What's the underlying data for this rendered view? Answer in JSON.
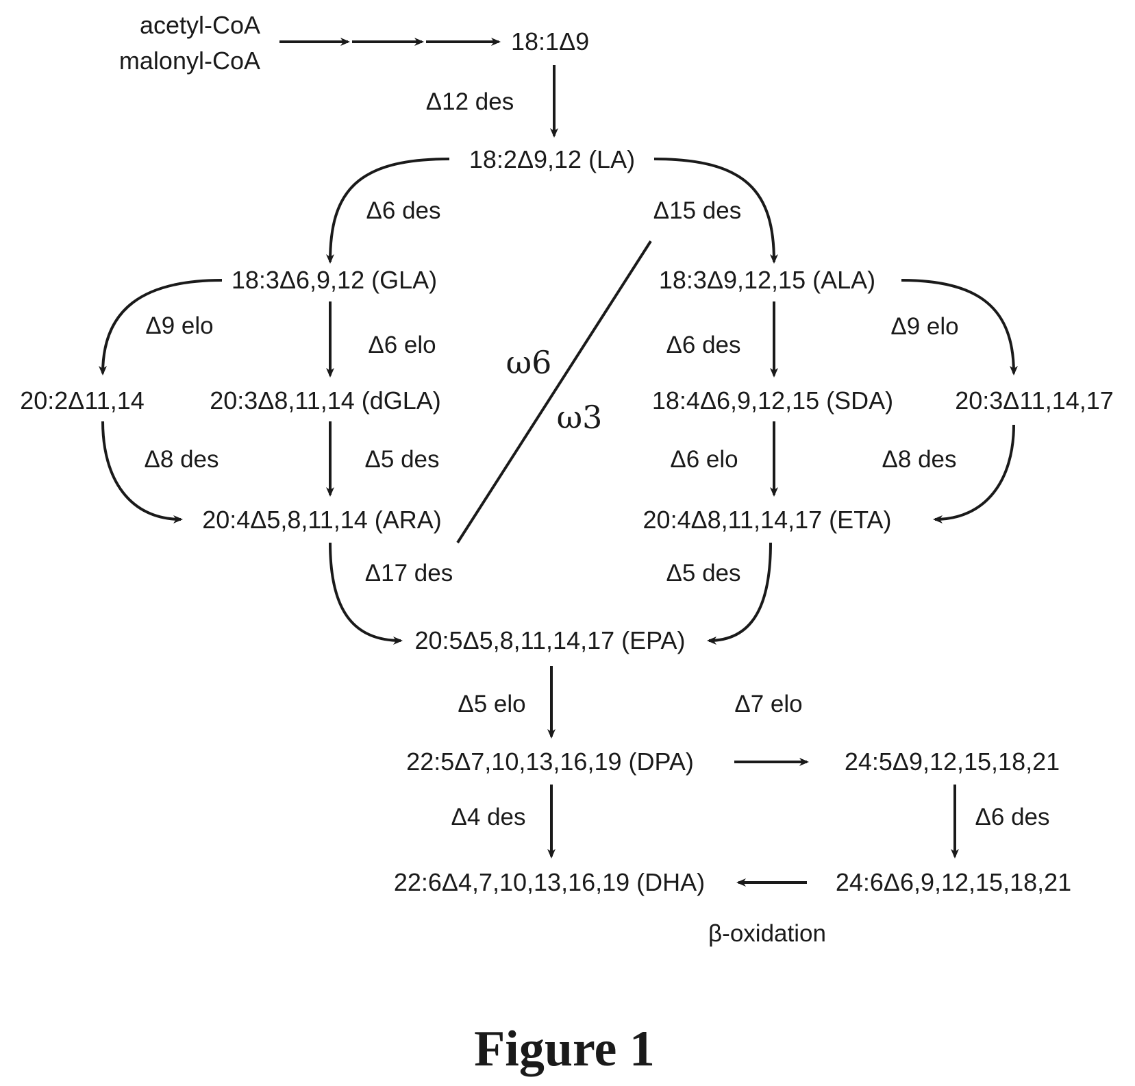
{
  "nodes": {
    "acetyl_coa": "acetyl-CoA",
    "malonyl_coa": "malonyl-CoA",
    "oleic": "18:1Δ9",
    "la": "18:2Δ9,12 (LA)",
    "gla": "18:3Δ6,9,12 (GLA)",
    "ala": "18:3Δ9,12,15 (ALA)",
    "eda": "20:2Δ11,14",
    "dgla": "20:3Δ8,11,14 (dGLA)",
    "sda": "18:4Δ6,9,12,15 (SDA)",
    "ete": "20:3Δ11,14,17",
    "ara": "20:4Δ5,8,11,14 (ARA)",
    "eta": "20:4Δ8,11,14,17 (ETA)",
    "epa": "20:5Δ5,8,11,14,17 (EPA)",
    "dpa": "22:5Δ7,10,13,16,19 (DPA)",
    "c24_5": "24:5Δ9,12,15,18,21",
    "dha": "22:6Δ4,7,10,13,16,19 (DHA)",
    "c24_6": "24:6Δ6,9,12,15,18,21"
  },
  "enzymes": {
    "d12_des": "Δ12 des",
    "d6_des_left": "Δ6 des",
    "d15_des": "Δ15 des",
    "d9_elo_left": "Δ9 elo",
    "d6_elo_left": "Δ6 elo",
    "d6_des_right": "Δ6 des",
    "d9_elo_right": "Δ9 elo",
    "d8_des_left": "Δ8 des",
    "d5_des_left": "Δ5 des",
    "d6_elo_right": "Δ6 elo",
    "d8_des_right": "Δ8 des",
    "d17_des": "Δ17 des",
    "d5_des_right": "Δ5 des",
    "d5_elo": "Δ5 elo",
    "d7_elo": "Δ7 elo",
    "d4_des": "Δ4 des",
    "d6_des_bottom": "Δ6 des",
    "beta_oxidation": "β-oxidation"
  },
  "series": {
    "omega6": "ω6",
    "omega3": "ω3"
  },
  "figure_caption": "Figure 1"
}
